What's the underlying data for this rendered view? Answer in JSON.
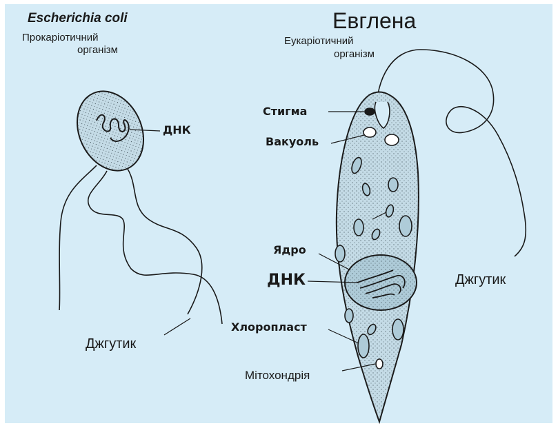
{
  "left_organism": {
    "name": "Escherichia coli",
    "type_line1": "Прокаріотичний",
    "type_line2": "організм",
    "labels": {
      "dna": "ДНК",
      "flagellum": "Джгутик"
    }
  },
  "right_organism": {
    "name": "Евглена",
    "type_line1": "Еукаріотичний",
    "type_line2": "організм",
    "labels": {
      "stigma": "Стигма",
      "vacuole": "Вакуоль",
      "nucleus": "Ядро",
      "dna": "ДНК",
      "chloroplast": "Хлоропласт",
      "mitochondria": "Мітохондрія",
      "flagellum": "Джгутик"
    }
  },
  "colors": {
    "background": "#d6ecf7",
    "cell_fill": "#c4dbe6",
    "nucleus_fill": "#aecbd8",
    "ink": "#1a1a1a"
  }
}
